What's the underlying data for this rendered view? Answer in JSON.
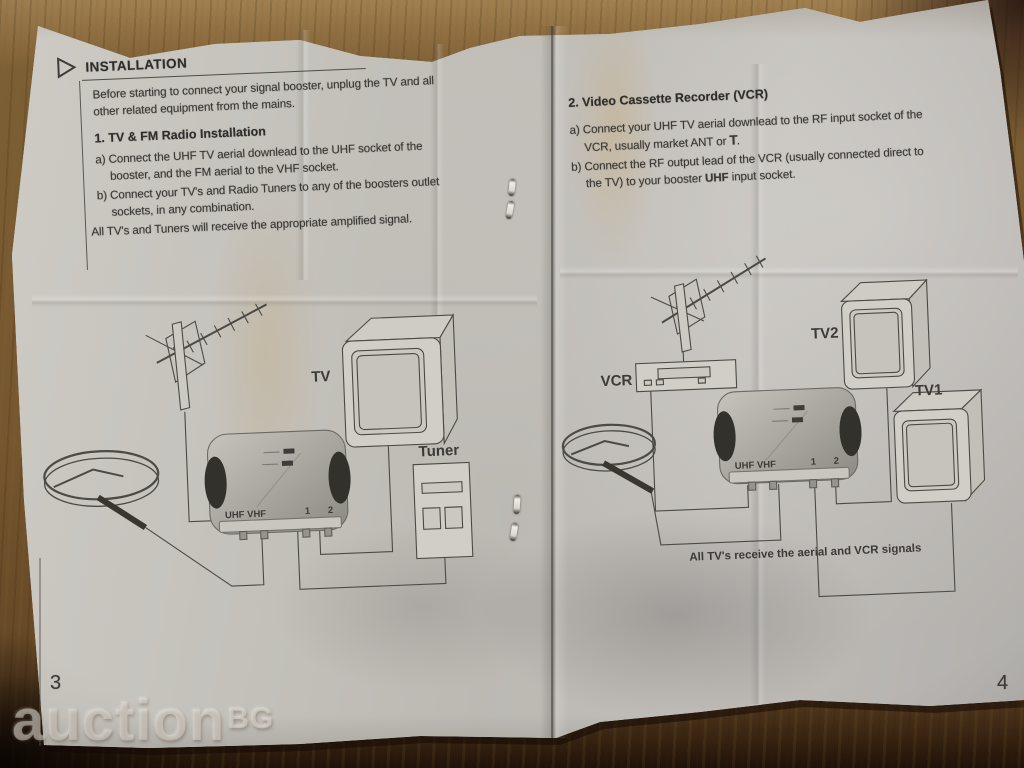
{
  "watermark": {
    "text": "auction",
    "suffix": "BG"
  },
  "pages": {
    "left": {
      "page_number": "3",
      "header": "INSTALLATION",
      "intro_lines": [
        "Before starting to connect your signal booster, unplug the TV and all",
        "other related equipment from the mains."
      ],
      "section_title": "1. TV & FM Radio Installation",
      "item_a_lines": [
        "a) Connect the UHF TV aerial downlead to the UHF socket of the",
        "booster, and the FM aerial to the VHF socket."
      ],
      "item_b_lines": [
        "b) Connect your TV's and Radio Tuners to any of the boosters outlet",
        "sockets, in any combination."
      ],
      "closing": "All TV's and Tuners will receive the appropriate amplified signal.",
      "diagram": {
        "tv_label": "TV",
        "tuner_label": "Tuner",
        "booster_inputs_label": "UHF VHF",
        "output_1": "1",
        "output_2": "2"
      }
    },
    "right": {
      "page_number": "4",
      "section_title": "2. Video Cassette Recorder (VCR)",
      "item_a": {
        "line1": "a) Connect your UHF TV aerial downlead to the RF input socket of the",
        "line2_pre": "VCR, usually market ANT or ",
        "symbol": "T",
        "line2_post": "."
      },
      "item_b": {
        "line1": "b) Connect the RF output lead of the VCR (usually connected direct to",
        "line2_pre": "the TV) to your booster ",
        "bold": "UHF",
        "line2_post": " input socket."
      },
      "diagram": {
        "vcr_label": "VCR",
        "tv1_label": "TV1",
        "tv2_label": "TV2",
        "booster_inputs_label": "UHF VHF",
        "output_1": "1",
        "output_2": "2",
        "caption": "All TV's receive the aerial and VCR signals"
      }
    }
  }
}
